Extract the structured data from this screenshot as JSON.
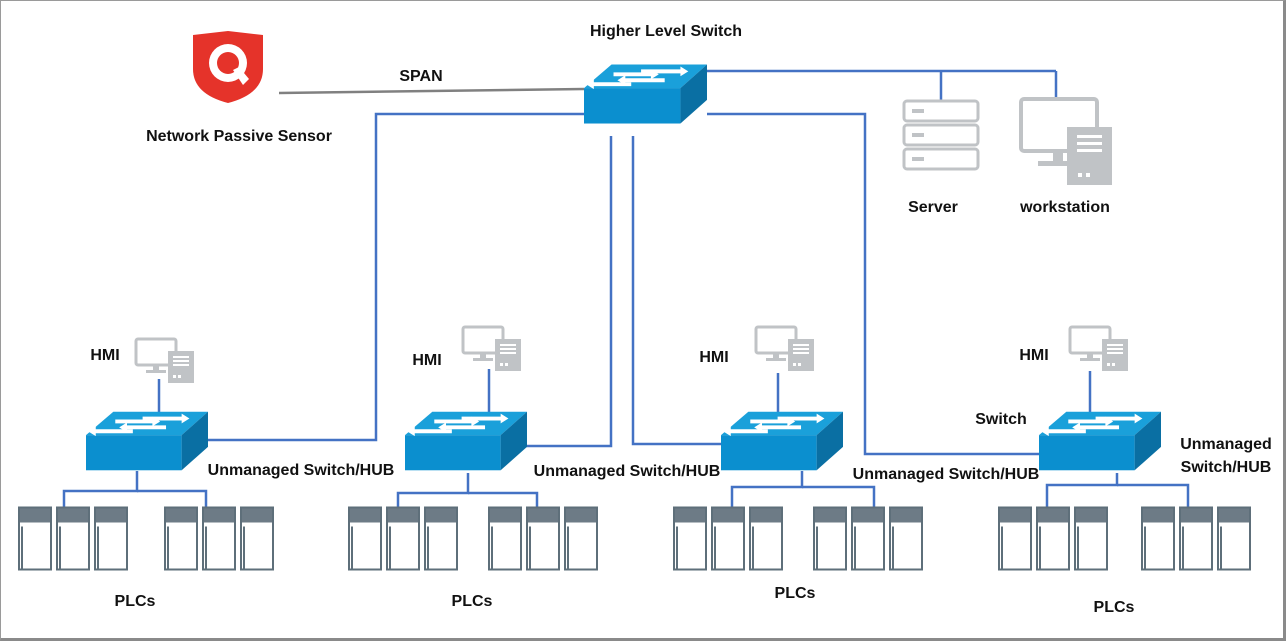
{
  "labels": {
    "higher_switch": "Higher Level Switch",
    "span": "SPAN",
    "sensor": "Network Passive Sensor",
    "server": "Server",
    "workstation": "workstation",
    "hmi": "HMI",
    "switch": "Switch",
    "unmanaged": "Unmanaged Switch/HUB",
    "unmanaged_line1": "Unmanaged",
    "unmanaged_line2": "Switch/HUB",
    "plcs": "PLCs"
  },
  "colors": {
    "link": "#4472c4",
    "span_link": "#808080",
    "switch_top": "#1ba1d8",
    "switch_front": "#0b8fcf",
    "switch_side": "#0a6fa3",
    "logo_red": "#e5332a",
    "device_gray": "#c0c3c6",
    "plc_header": "#6d7b86",
    "plc_border": "#5e6f7a"
  },
  "icons": [
    "shield-logo-icon",
    "switch-icon",
    "server-icon",
    "workstation-icon",
    "plc-rack-icon"
  ]
}
